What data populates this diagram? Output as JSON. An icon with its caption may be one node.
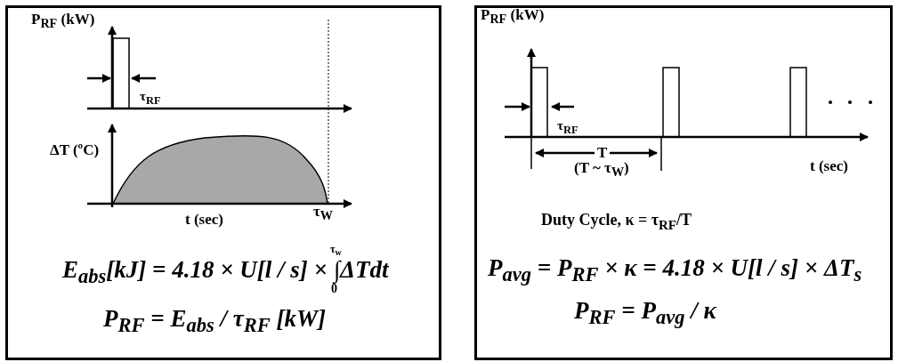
{
  "diagram": {
    "nodes": [
      {
        "text": [
          "P$_{RF}$ (kW)",
          "τ$_{RF}$",
          "ΔT (ºC)",
          "t (sec)",
          "τ$_{W}$",
          "E$_{abs}$[kJ] = 4.18 × U[l / s] × ∫ΔTdt",
          "τ$_{w}$",
          "0",
          "P$_{RF}$ = E$_{abs}$ / τ$_{RF}$ [kW]"
        ]
      },
      {
        "text": [
          "P$_{RF}$ (kW)",
          "τ$_{RF}$",
          "T",
          "(T ~ τ$_{W}$)",
          "t (sec)",
          "Duty Cycle, κ = τ$_{RF}$/T",
          "P$_{avg}$ = P$_{RF}$ × κ = 4.18 × U[l / s] × ΔT$_{s}$",
          "P$_{RF}$ = P$_{avg}$ / κ"
        ]
      }
    ]
  }
}
